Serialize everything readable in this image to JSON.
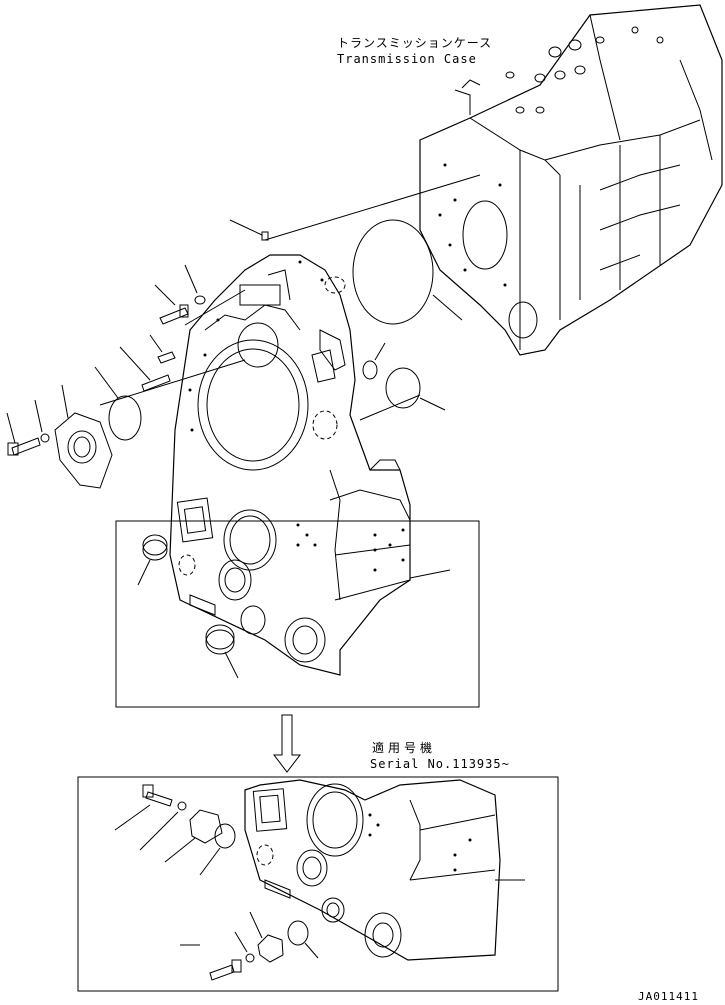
{
  "labels": {
    "top_jp": "トランスミッションケース",
    "top_en": "Transmission Case",
    "serial_jp": "適用号機",
    "serial_en": "Serial No.113935~",
    "code": "JA011411"
  }
}
